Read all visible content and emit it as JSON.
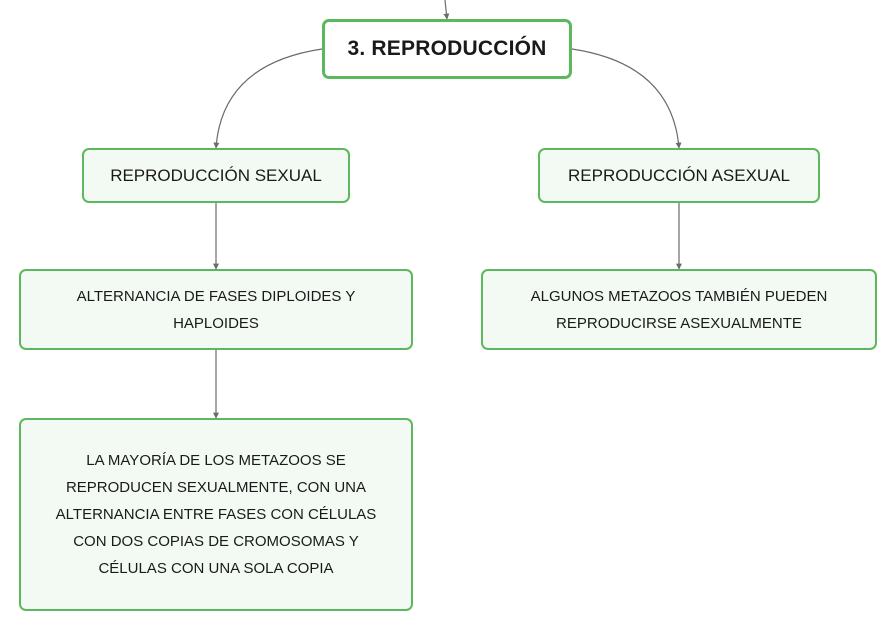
{
  "colors": {
    "node_border": "#5cb85c",
    "node_fill": "#f3faf4",
    "root_fill": "#ffffff",
    "connector": "#6b6b6b"
  },
  "diagram": {
    "root": {
      "label": "3. REPRODUCCIÓN"
    },
    "branches": {
      "sexual": {
        "label": "REPRODUCCIÓN SEXUAL",
        "child": {
          "label": "ALTERNANCIA DE FASES DIPLOIDES Y HAPLOIDES"
        },
        "grandchild": {
          "label": "LA MAYORÍA DE LOS METAZOOS SE REPRODUCEN SEXUALMENTE, CON UNA ALTERNANCIA ENTRE FASES CON CÉLULAS CON DOS COPIAS DE CROMOSOMAS Y CÉLULAS CON UNA SOLA COPIA"
        }
      },
      "asexual": {
        "label": "REPRODUCCIÓN ASEXUAL",
        "child": {
          "label": "ALGUNOS METAZOOS TAMBIÉN PUEDEN REPRODUCIRSE ASEXUALMENTE"
        }
      }
    },
    "edges": [
      {
        "from": "parent-offscreen",
        "to": "root"
      },
      {
        "from": "root",
        "to": "sexual"
      },
      {
        "from": "root",
        "to": "asexual"
      },
      {
        "from": "sexual",
        "to": "alternancia"
      },
      {
        "from": "alternancia",
        "to": "mayoria"
      },
      {
        "from": "asexual",
        "to": "metazoos-asexual"
      }
    ]
  }
}
